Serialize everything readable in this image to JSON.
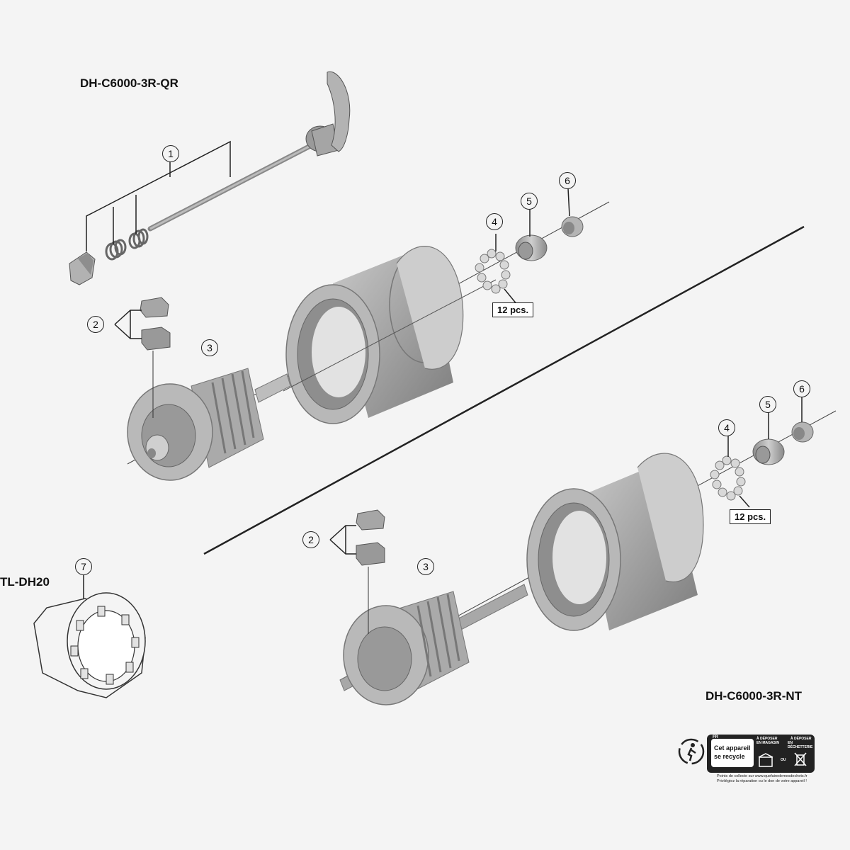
{
  "diagram": {
    "models": {
      "qr": "DH-C6000-3R-QR",
      "nt": "DH-C6000-3R-NT",
      "tool": "TL-DH20"
    },
    "callouts": {
      "c1": "1",
      "c2": "2",
      "c3": "3",
      "c4": "4",
      "c5": "5",
      "c6": "6",
      "c7": "7"
    },
    "quantity_label": "12 pcs.",
    "recycling_badge": {
      "country": "FR",
      "main_text_line1": "Cet appareil",
      "main_text_line2": "se recycle",
      "option_store_line1": "À DÉPOSER",
      "option_store_line2": "EN MAGASIN",
      "separator": "OU",
      "option_center_line1": "À DÉPOSER",
      "option_center_line2": "EN DÉCHETTERIE",
      "fine_print_line1": "Points de collecte sur www.quefairedemesdechets.fr",
      "fine_print_line2": "Privilégiez la réparation ou le don de votre appareil !"
    }
  },
  "colors": {
    "background": "#f4f4f4",
    "part_fill": "#a9a9a9",
    "part_shade": "#7a7a7a",
    "line": "#222222"
  },
  "icons": [
    "recycle-person-icon",
    "store-icon",
    "crossed-bin-icon"
  ]
}
